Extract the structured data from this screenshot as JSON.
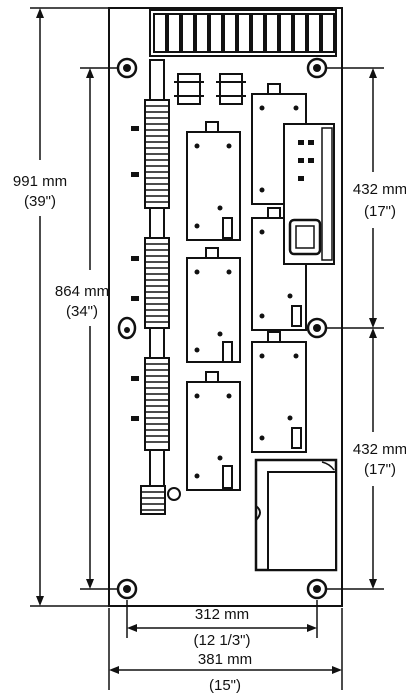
{
  "diagram": {
    "dimensions": {
      "total_height": {
        "metric": "991 mm",
        "imperial": "(39\")"
      },
      "mounting_height": {
        "metric": "864 mm",
        "imperial": "(34\")"
      },
      "upper_mount_spacing": {
        "metric": "432 mm",
        "imperial": "(17\")"
      },
      "lower_mount_spacing": {
        "metric": "432 mm",
        "imperial": "(17\")"
      },
      "mounting_width": {
        "metric": "312 mm",
        "imperial": "(12 1/3\")"
      },
      "total_width": {
        "metric": "381 mm",
        "imperial": "(15\")"
      }
    }
  },
  "colors": {
    "line": "#111111",
    "background": "#ffffff"
  }
}
